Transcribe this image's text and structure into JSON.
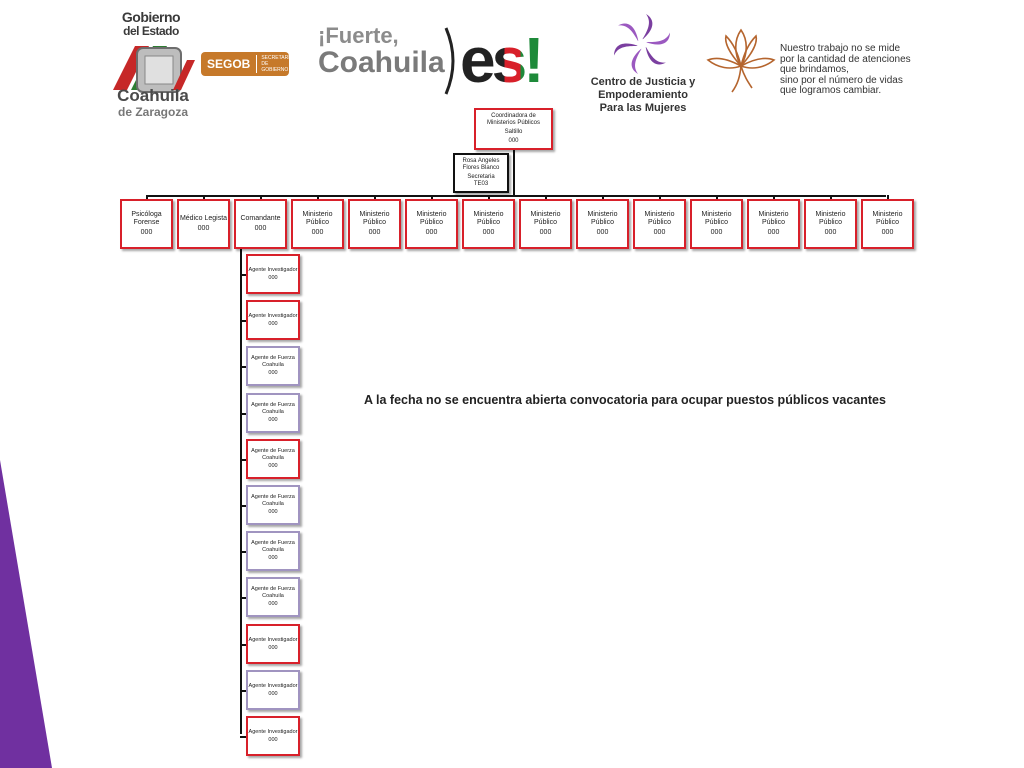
{
  "colors": {
    "accent_purple": "#7030a0",
    "box_red": "#d8202a",
    "box_purple": "#a094c0",
    "segob_orange": "#c6792a",
    "es_red": "#d8202a",
    "es_green": "#1e8a3a"
  },
  "header": {
    "gobierno_logo": {
      "line1": "Gobierno",
      "line2": "del Estado",
      "line3": "Coahuila",
      "line4": "de Zaragoza"
    },
    "segob": {
      "label": "SEGOB",
      "sub1": "SECRETARÍA",
      "sub2": "DE GOBIERNO"
    },
    "fuerte_logo": {
      "line1": "¡Fuerte,",
      "line2": "Coahuila",
      "line3": "es!"
    },
    "cjem": {
      "line1": "Centro de Justicia y",
      "line2": "Empoderamiento",
      "line3": "Para las Mujeres"
    },
    "quote": {
      "line1": "Nuestro trabajo no se mide",
      "line2": "por la cantidad de atenciones",
      "line3": "que brindamos,",
      "line4": "sino por el número de vidas",
      "line5": "que logramos cambiar."
    }
  },
  "org": {
    "coordinadora": {
      "line1": "Coordinadora de",
      "line2": "Ministerios Públicos",
      "line3": "Saltillo",
      "code": "000"
    },
    "secretaria": {
      "line1": "Rosa Angeles",
      "line2": "Flores Blanco",
      "line3": "Secretaria",
      "code": "TE03"
    },
    "row": [
      {
        "line1": "Psicóloga",
        "line2": "Forense",
        "code": "000"
      },
      {
        "line1": "Médico Legista",
        "line2": "",
        "code": "000"
      },
      {
        "line1": "Comandante",
        "line2": "",
        "code": "000"
      },
      {
        "line1": "Ministerio",
        "line2": "Público",
        "code": "000"
      },
      {
        "line1": "Ministerio",
        "line2": "Público",
        "code": "000"
      },
      {
        "line1": "Ministerio",
        "line2": "Público",
        "code": "000"
      },
      {
        "line1": "Ministerio",
        "line2": "Público",
        "code": "000"
      },
      {
        "line1": "Ministerio",
        "line2": "Público",
        "code": "000"
      },
      {
        "line1": "Ministerio",
        "line2": "Público",
        "code": "000"
      },
      {
        "line1": "Ministerio",
        "line2": "Público",
        "code": "000"
      },
      {
        "line1": "Ministerio",
        "line2": "Público",
        "code": "000"
      },
      {
        "line1": "Ministerio",
        "line2": "Público",
        "code": "000"
      },
      {
        "line1": "Ministerio",
        "line2": "Público",
        "code": "000"
      },
      {
        "line1": "Ministerio",
        "line2": "Público",
        "code": "000"
      }
    ],
    "agents": [
      {
        "line1": "Agente Investigador",
        "line2": "",
        "code": "000",
        "border": "red"
      },
      {
        "line1": "Agente Investigador",
        "line2": "",
        "code": "000",
        "border": "red"
      },
      {
        "line1": "Agente de Fuerza",
        "line2": "Coahuila",
        "code": "000",
        "border": "purple"
      },
      {
        "line1": "Agente de Fuerza",
        "line2": "Coahuila",
        "code": "000",
        "border": "purple"
      },
      {
        "line1": "Agente de Fuerza",
        "line2": "Coahuila",
        "code": "000",
        "border": "red"
      },
      {
        "line1": "Agente de Fuerza",
        "line2": "Coahuila",
        "code": "000",
        "border": "purple"
      },
      {
        "line1": "Agente de Fuerza",
        "line2": "Coahuila",
        "code": "000",
        "border": "purple"
      },
      {
        "line1": "Agente de Fuerza",
        "line2": "Coahuila",
        "code": "000",
        "border": "purple"
      },
      {
        "line1": "Agente Investigador",
        "line2": "",
        "code": "000",
        "border": "red"
      },
      {
        "line1": "Agente Investigador",
        "line2": "",
        "code": "000",
        "border": "purple"
      },
      {
        "line1": "Agente Investigador",
        "line2": "",
        "code": "000",
        "border": "red"
      }
    ]
  },
  "notice": "A la fecha no se encuentra abierta convocatoria para ocupar puestos públicos vacantes"
}
